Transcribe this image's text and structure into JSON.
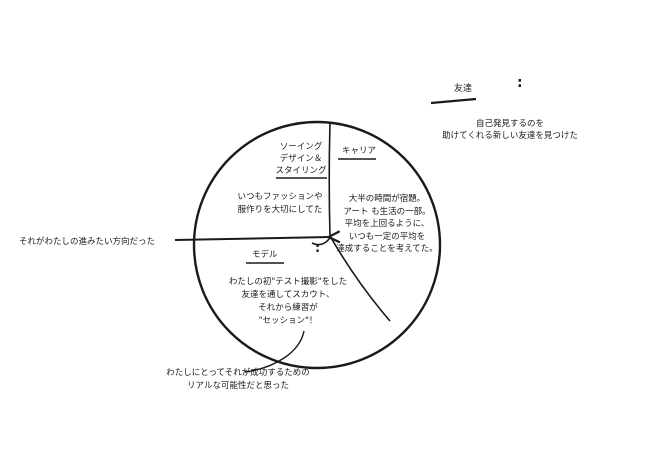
{
  "legend": {
    "label": "友達",
    "marker": ":",
    "description": "自己発見するのを\n助けてくれる新しい友達を見つけた"
  },
  "sections": {
    "sewing": {
      "label": "ソーイング\nデザイン＆\nスタイリング",
      "text": "いつもファッションや\n服作りを大切にしてた"
    },
    "career": {
      "label": "キャリア",
      "text": "大半の時間が宿題。\nアート も生活の一部。\n平均を上回るように、\nいつも一定の平均を\n達成することを考えてた。"
    },
    "model": {
      "label": "モデル",
      "marker": ":",
      "text": "わたしの初\"テスト撮影\"をした\n友達を通してスカウト、\nそれから練習が\n\"セッション\"！"
    }
  },
  "annotations": {
    "direction": "それがわたしの進みたい方向だった",
    "possibility": "わたしにとってそれが成功するための\nリアルな可能性だと思った"
  },
  "colors": {
    "ink": "#1a1a1a",
    "background": "#ffffff"
  }
}
